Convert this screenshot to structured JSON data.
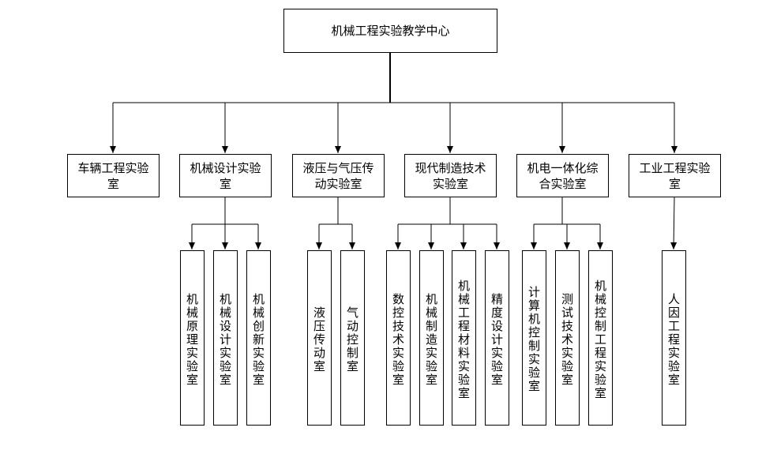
{
  "root": {
    "label": "机械工程实验教学中心"
  },
  "labs": [
    {
      "label": "车辆工程实验室",
      "subs": []
    },
    {
      "label": "机械设计实验室",
      "subs": [
        "机械原理实验室",
        "机械设计实验室",
        "机械创新实验室"
      ]
    },
    {
      "label": "液压与气压传动实验室",
      "subs": [
        "液压传动室",
        "气动控制室"
      ]
    },
    {
      "label": "现代制造技术实验室",
      "subs": [
        "数控技术实验室",
        "机械制造实验室",
        "机械工程材料实验室",
        "精度设计实验室"
      ]
    },
    {
      "label": "机电一体化综合实验室",
      "subs": [
        "计算机控制实验室",
        "测试技术实验室",
        "机械控制工程实验室"
      ]
    },
    {
      "label": "工业工程实验室",
      "subs": [
        "人因工程实验室"
      ]
    }
  ]
}
